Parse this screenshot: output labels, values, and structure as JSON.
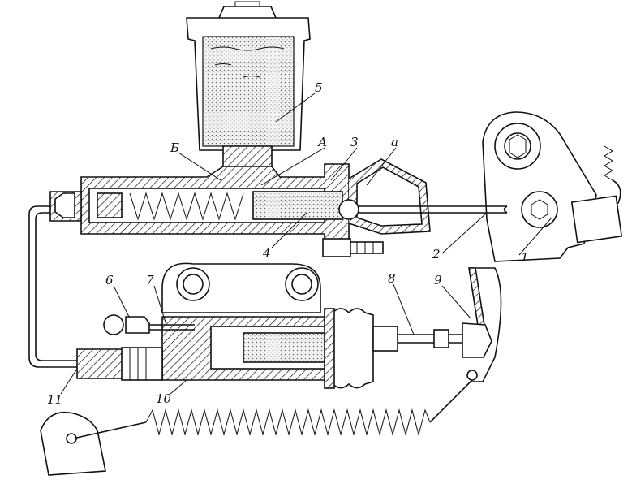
{
  "labels": {
    "l1": "1",
    "l2": "2",
    "l3": "3",
    "l4": "4",
    "l5": "5",
    "l6": "6",
    "l7": "7",
    "l8": "8",
    "l9": "9",
    "l10": "10",
    "l11": "11",
    "lA": "А",
    "lB": "Б",
    "la": "a"
  }
}
